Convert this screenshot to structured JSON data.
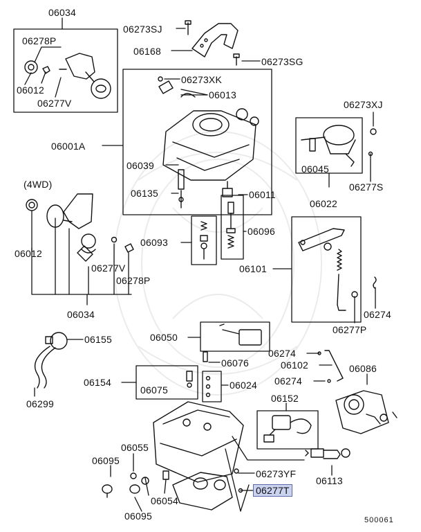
{
  "diagram": {
    "accent_color": "#c9d2ee",
    "labels": {
      "l06034_top": "06034",
      "l06278P_top": "06278P",
      "l06012_top": "06012",
      "l06277V_top": "06277V",
      "l06273SJ": "06273SJ",
      "l06168": "06168",
      "l06273SG": "06273SG",
      "l06273XK": "06273XK",
      "l06013": "06013",
      "l06001A": "06001A",
      "l06039": "06039",
      "l06135": "06135",
      "l06011": "06011",
      "l06096": "06096",
      "l06093": "06093",
      "l06273XJ": "06273XJ",
      "l06045": "06045",
      "l06277S": "06277S",
      "l06022": "06022",
      "l4wd": "(4WD)",
      "l06012_left": "06012",
      "l06277V_mid": "06277V",
      "l06278P_mid": "06278P",
      "l06034_mid": "06034",
      "l06101": "06101",
      "l06274_right": "06274",
      "l06277P": "06277P",
      "l06155": "06155",
      "l06299": "06299",
      "l06050": "06050",
      "l06274_a": "06274",
      "l06102": "06102",
      "l06274_b": "06274",
      "l06086": "06086",
      "l06076": "06076",
      "l06154": "06154",
      "l06075": "06075",
      "l06024": "06024",
      "l06152": "06152",
      "l06055": "06055",
      "l06095_a": "06095",
      "l06095_b": "06095",
      "l06054": "06054",
      "l06273YF": "06273YF",
      "l06113": "06113",
      "l06277T": "06277T",
      "code": "500061"
    }
  }
}
